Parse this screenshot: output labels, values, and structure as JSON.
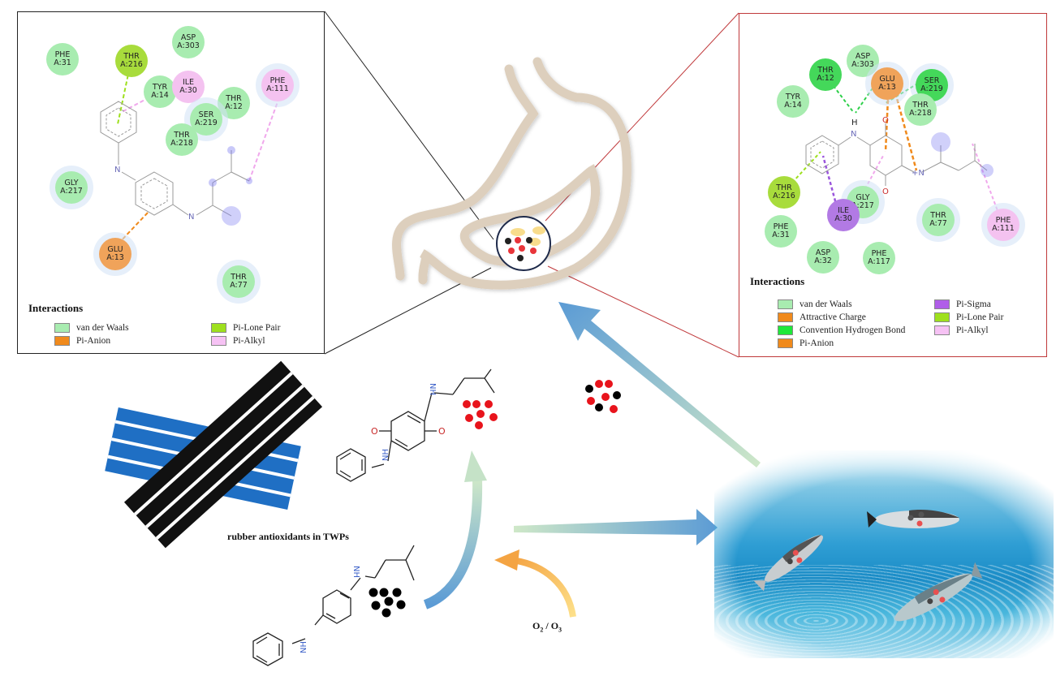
{
  "left_panel": {
    "residues": [
      {
        "name": "PHE",
        "id": "A:31",
        "type": "vdw"
      },
      {
        "name": "THR",
        "id": "A:216",
        "type": "lone"
      },
      {
        "name": "ASP",
        "id": "A:303",
        "type": "vdw"
      },
      {
        "name": "TYR",
        "id": "A:14",
        "type": "vdw"
      },
      {
        "name": "ILE",
        "id": "A:30",
        "type": "alkyl"
      },
      {
        "name": "THR",
        "id": "A:12",
        "type": "vdw"
      },
      {
        "name": "PHE",
        "id": "A:111",
        "type": "alkyl"
      },
      {
        "name": "SER",
        "id": "A:219",
        "type": "vdw"
      },
      {
        "name": "THR",
        "id": "A:218",
        "type": "vdw"
      },
      {
        "name": "GLY",
        "id": "A:217",
        "type": "vdw"
      },
      {
        "name": "GLU",
        "id": "A:13",
        "type": "orange"
      },
      {
        "name": "THR",
        "id": "A:77",
        "type": "vdw"
      }
    ],
    "atom_labels": {
      "n1": "N",
      "n2": "N"
    },
    "legend": {
      "title": "Interactions",
      "items": [
        {
          "label": "van der Waals",
          "color": "#a8ecb0"
        },
        {
          "label": "Pi-Anion",
          "color": "#f08a1c"
        },
        {
          "label": "Pi-Lone Pair",
          "color": "#9ee01e"
        },
        {
          "label": "Pi-Alkyl",
          "color": "#f6c2f4"
        }
      ]
    }
  },
  "right_panel": {
    "residues": [
      {
        "name": "ASP",
        "id": "A:303",
        "type": "vdw"
      },
      {
        "name": "THR",
        "id": "A:12",
        "type": "hb"
      },
      {
        "name": "GLU",
        "id": "A:13",
        "type": "orange"
      },
      {
        "name": "SER",
        "id": "A:219",
        "type": "hb"
      },
      {
        "name": "TYR",
        "id": "A:14",
        "type": "vdw"
      },
      {
        "name": "THR",
        "id": "A:218",
        "type": "vdw"
      },
      {
        "name": "THR",
        "id": "A:216",
        "type": "lone"
      },
      {
        "name": "GLY",
        "id": "A:217",
        "type": "vdw"
      },
      {
        "name": "ILE",
        "id": "A:30",
        "type": "sigma"
      },
      {
        "name": "THR",
        "id": "A:77",
        "type": "vdw"
      },
      {
        "name": "PHE",
        "id": "A:111",
        "type": "alkyl"
      },
      {
        "name": "PHE",
        "id": "A:31",
        "type": "vdw"
      },
      {
        "name": "ASP",
        "id": "A:32",
        "type": "vdw"
      },
      {
        "name": "PHE",
        "id": "A:117",
        "type": "vdw"
      }
    ],
    "atom_labels": {
      "h": "H",
      "n1": "N",
      "n2": "+N",
      "o1": "O",
      "o2": "O"
    },
    "legend": {
      "title": "Interactions",
      "items": [
        {
          "label": "van der Waals",
          "color": "#a8ecb0"
        },
        {
          "label": "Attractive Charge",
          "color": "#f08a1c"
        },
        {
          "label": "Convention Hydrogen Bond",
          "color": "#1ee83a"
        },
        {
          "label": "Pi-Anion",
          "color": "#f08a1c"
        },
        {
          "label": "Pi-Sigma",
          "color": "#b05ee8"
        },
        {
          "label": "Pi-Lone Pair",
          "color": "#9ee01e"
        },
        {
          "label": "Pi-Alkyl",
          "color": "#f6c2f4"
        }
      ]
    }
  },
  "tire": {
    "caption": "rubber antioxidants in TWPs"
  },
  "molecules": {
    "quinone": {
      "nh1": "NH",
      "nh2": "NH",
      "o1": "O",
      "o2": "O"
    },
    "ppd": {
      "nh1": "NH",
      "nh2": "NH"
    }
  },
  "oxidation": {
    "label_o2": "O",
    "sub2": "2",
    "sep": " / ",
    "label_o3": "O",
    "sub3": "3"
  },
  "colors": {
    "stomach": "#ddcfbd",
    "red_particle": "#e8141c",
    "black_particle": "#111111",
    "arrow_blue": "#5b9bd5",
    "arrow_green": "#b5dcb0",
    "arrow_orange": "#f4a443",
    "arrow_yellow": "#fcd86a",
    "left_border": "#222222",
    "right_border": "#c0393b"
  }
}
